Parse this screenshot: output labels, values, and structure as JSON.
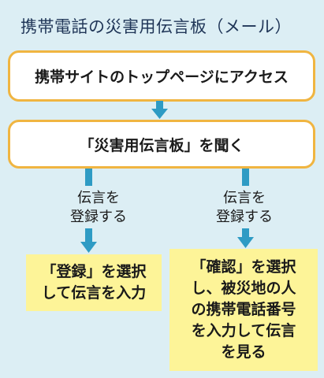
{
  "title": "携帯電話の災害用伝言板（メール）",
  "steps": {
    "step1": "携帯サイトのトップページにアクセス",
    "step2": "「災害用伝言板」を聞く"
  },
  "branches": {
    "left": {
      "label_lines": [
        "伝言を",
        "登録する"
      ],
      "action_lines": [
        "「登録」を選択",
        "して伝言を入力"
      ]
    },
    "right": {
      "label_lines": [
        "伝言を",
        "登録する"
      ],
      "action_lines": [
        "「確認」を選択",
        "し、被災地の人",
        "の携帯電話番号",
        "を入力して伝言",
        "を見る"
      ]
    }
  },
  "colors": {
    "background": "#dceef4",
    "box_border": "#f0b541",
    "arrow": "#2e9bc4",
    "highlight": "#fdf498"
  }
}
